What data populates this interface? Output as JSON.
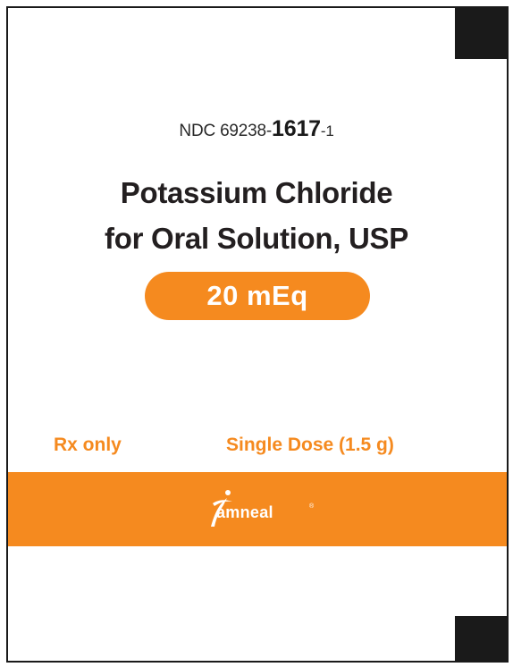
{
  "label": {
    "ndc": {
      "prefix": "NDC 69238-",
      "product_code": "1617",
      "suffix": "-1"
    },
    "product_name": {
      "line1": "Potassium Chloride",
      "line2": "for Oral Solution, USP"
    },
    "strength": "20 mEq",
    "rx_only": "Rx only",
    "dose": "Single Dose (1.5 g)",
    "brand": {
      "name": "amneal",
      "trademark": "®"
    }
  },
  "colors": {
    "accent": "#f58a1f",
    "text": "#231f20",
    "corner": "#1a1a1a"
  }
}
